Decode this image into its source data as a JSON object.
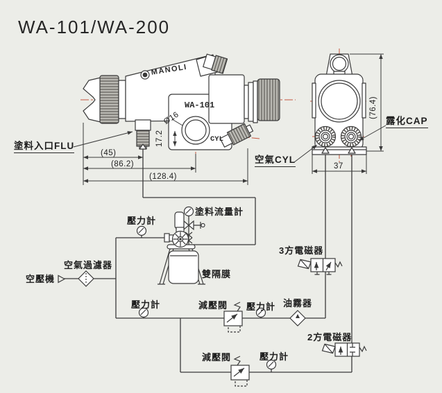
{
  "title": "WA-101/WA-200",
  "colors": {
    "background": "#ecede8",
    "line": "#3a3a3a",
    "centerline": "#c4573f",
    "knurl_fill": "#b9b8b2"
  },
  "side_view": {
    "brand": "MANOLI",
    "model": "WA-101",
    "body_port": "CYL",
    "nozzle_diameter": "Ø16",
    "labels": {
      "paint_inlet": "塗料入口FLU",
      "air_inlet": "空氣CYL"
    },
    "dimensions": {
      "d17_2": "17.2",
      "d45": "(45)",
      "d86_2": "(86.2)",
      "d128_4": "(128.4)"
    }
  },
  "rear_view": {
    "label_cap": "露化CAP",
    "dimensions": {
      "width": "37",
      "height": "(76.4)"
    }
  },
  "circuit": {
    "compressor": "空壓機",
    "air_filter": "空氣過濾器",
    "pressure_gauge": "壓力計",
    "paint_flow_meter": "塗料流量計",
    "diaphragm_pump": "雙隔膜",
    "solenoid_3way": "3方電磁器",
    "reducing_valve": "減壓閥",
    "oil_mister": "油霧器",
    "solenoid_2way": "2方電磁器"
  }
}
